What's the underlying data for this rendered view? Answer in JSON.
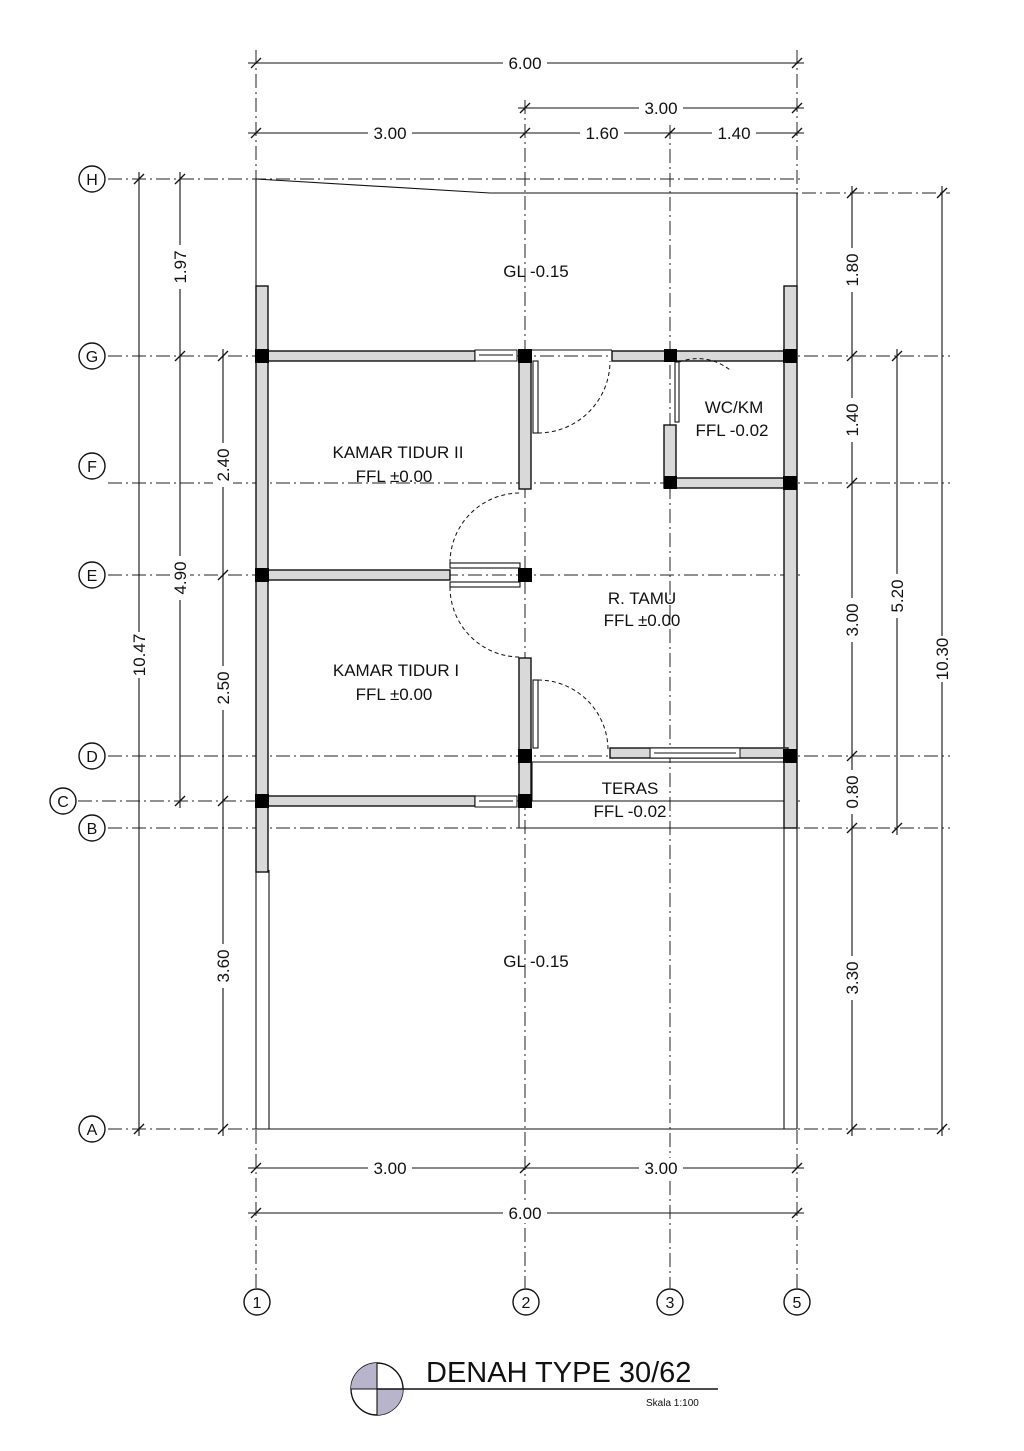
{
  "grid": {
    "rows": [
      "H",
      "G",
      "F",
      "E",
      "D",
      "C",
      "B",
      "A"
    ],
    "cols": [
      "1",
      "2",
      "3",
      "5"
    ]
  },
  "dimensions": {
    "top_total": "6.00",
    "top_right": "3.00",
    "top_a": "3.00",
    "top_b": "1.60",
    "top_c": "1.40",
    "bottom_a": "3.00",
    "bottom_b": "3.00",
    "bottom_total": "6.00",
    "left_outer": "10.47",
    "left_mid": "4.90",
    "left_hg": "1.97",
    "left_ge": "2.40",
    "left_ec": "2.50",
    "left_ca": "3.60",
    "right_gh": "1.80",
    "right_gf": "1.40",
    "right_fd": "3.00",
    "right_db": "0.80",
    "right_ba": "3.30",
    "right_mid": "5.20",
    "right_outer": "10.30"
  },
  "rooms": {
    "top_ground": "GL -0.15",
    "bedroom2_name": "KAMAR TIDUR II",
    "bedroom2_level": "FFL ±0.00",
    "wc_name": "WC/KM",
    "wc_level": "FFL -0.02",
    "living_name": "R. TAMU",
    "living_level": "FFL ±0.00",
    "bedroom1_name": "KAMAR TIDUR I",
    "bedroom1_level": "FFL ±0.00",
    "terrace_name": "TERAS",
    "terrace_level": "FFL -0.02",
    "bottom_ground": "GL -0.15"
  },
  "title": {
    "main": "DENAH TYPE 30/62",
    "scale": "Skala 1:100"
  },
  "colors": {
    "wall_fill": "#d9d9d9",
    "symbol_fill": "#b8b4cc"
  }
}
